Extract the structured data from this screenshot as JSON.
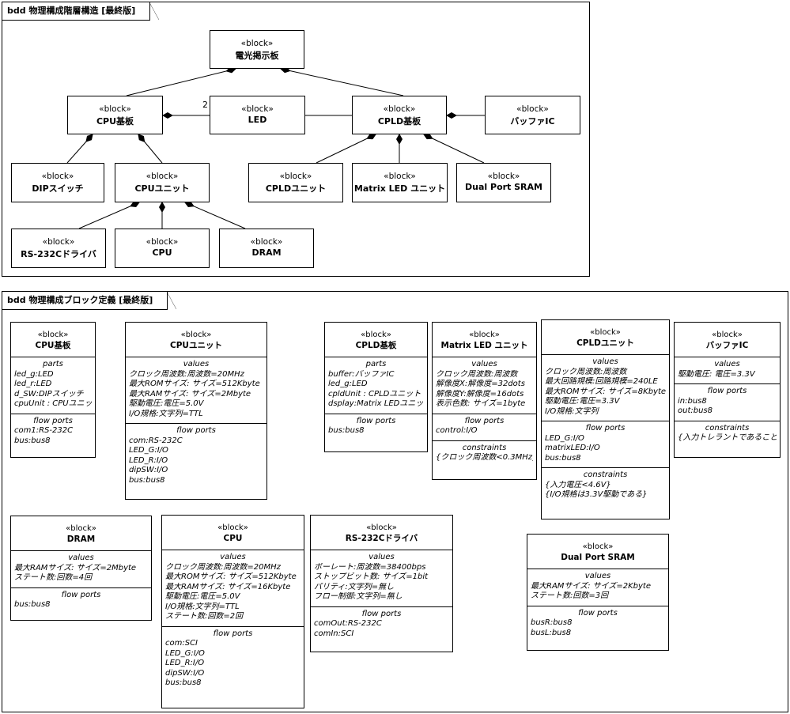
{
  "frame1": {
    "title": "bdd 物理構成階層構造 [最終版]"
  },
  "frame2": {
    "title": "bdd 物理構成ブロック定義 [最終版]"
  },
  "stereotype": "«block»",
  "hierarchy": {
    "root": "電光掲示板",
    "cpu_board": "CPU基板",
    "led": "LED",
    "cpld_board": "CPLD基板",
    "buffer_ic": "バッファIC",
    "dip_switch": "DIPスイッチ",
    "cpu_unit": "CPUユニット",
    "cpld_unit": "CPLDユニット",
    "matrix_led_unit": "Matrix LED ユニット",
    "dual_port_sram": "Dual Port SRAM",
    "rs232c_driver": "RS-232Cドライバ",
    "cpu": "CPU",
    "dram": "DRAM",
    "multiplicity": "2"
  },
  "blocks": {
    "cpu_board": {
      "name": "CPU基板",
      "sections": [
        {
          "title": "parts",
          "lines": [
            "led_g:LED",
            "led_r:LED",
            "d_SW:DIPスイッチ",
            "cpuUnit : CPUユニット"
          ]
        },
        {
          "title": "flow ports",
          "lines": [
            "com1:RS-232C",
            "bus:bus8"
          ]
        }
      ]
    },
    "cpu_unit": {
      "name": "CPUユニット",
      "sections": [
        {
          "title": "values",
          "lines": [
            "クロック周波数:周波数=20MHz",
            "最大ROMサイズ: サイズ=512Kbyte",
            "最大RAMサイズ: サイズ=2Mbyte",
            "駆動電圧:電圧=5.0V",
            "I/O規格:文字列=TTL"
          ]
        },
        {
          "title": "flow ports",
          "lines": [
            "com:RS-232C",
            "LED_G:I/O",
            "LED_R:I/O",
            "dipSW:I/O",
            "bus:bus8"
          ]
        }
      ]
    },
    "cpld_board": {
      "name": "CPLD基板",
      "sections": [
        {
          "title": "parts",
          "lines": [
            "buffer:バッファIC",
            "led_g:LED",
            "cpldUnit : CPLDユニット",
            "dsplay:Matrix LEDユニット"
          ]
        },
        {
          "title": "flow ports",
          "lines": [
            "bus:bus8"
          ]
        }
      ]
    },
    "matrix_led_unit": {
      "name": "Matrix LED ユニット",
      "sections": [
        {
          "title": "values",
          "lines": [
            "クロック周波数:周波数",
            "解像度X:解像度=32dots",
            "解像度Y:解像度=16dots",
            "表示色数: サイズ=1byte"
          ]
        },
        {
          "title": "flow ports",
          "lines": [
            "control:I/O"
          ]
        },
        {
          "title": "constraints",
          "lines": [
            "{クロック周波数<0.3MHz}"
          ]
        }
      ]
    },
    "cpld_unit": {
      "name": "CPLDユニット",
      "sections": [
        {
          "title": "values",
          "lines": [
            "クロック周波数:周波数",
            "最大回路規模:回路規模=240LE",
            "最大ROMサイズ: サイズ=8Kbyte",
            "駆動電圧:電圧=3.3V",
            "I/O規格:文字列"
          ]
        },
        {
          "title": "flow ports",
          "lines": [
            "LED_G:I/O",
            "matrixLED:I/O",
            "bus:bus8"
          ]
        },
        {
          "title": "constraints",
          "lines": [
            "{入力電圧<4.6V}",
            "{I/O規格は3.3V駆動である}"
          ]
        }
      ]
    },
    "buffer_ic": {
      "name": "バッファIC",
      "sections": [
        {
          "title": "values",
          "lines": [
            "駆動電圧: 電圧=3.3V"
          ]
        },
        {
          "title": "flow ports",
          "lines": [
            "in:bus8",
            "out:bus8"
          ]
        },
        {
          "title": "constraints",
          "lines": [
            "{入力トレラントであること}"
          ]
        }
      ]
    },
    "dram": {
      "name": "DRAM",
      "sections": [
        {
          "title": "values",
          "lines": [
            "最大RAMサイズ: サイズ=2Mbyte",
            "ステート数:回数=4回"
          ]
        },
        {
          "title": "flow ports",
          "lines": [
            "bus:bus8"
          ]
        }
      ]
    },
    "cpu": {
      "name": "CPU",
      "sections": [
        {
          "title": "values",
          "lines": [
            "クロック周波数:周波数=20MHz",
            "最大ROMサイズ: サイズ=512Kbyte",
            "最大RAMサイズ: サイズ=16Kbyte",
            "駆動電圧:電圧=5.0V",
            "I/O規格:文字列=TTL",
            "ステート数:回数=2回"
          ]
        },
        {
          "title": "flow ports",
          "lines": [
            "com:SCI",
            "LED_G:I/O",
            "LED_R:I/O",
            "dipSW:I/O",
            "bus:bus8"
          ]
        }
      ]
    },
    "rs232c_driver": {
      "name": "RS-232Cドライバ",
      "sections": [
        {
          "title": "values",
          "lines": [
            "ボーレート:周波数=38400bps",
            "ストップビット数: サイズ=1bit",
            "パリティ:文字列=無し",
            "フロー制御:文字列=無し"
          ]
        },
        {
          "title": "flow ports",
          "lines": [
            "comOut:RS-232C",
            "comIn:SCI"
          ]
        }
      ]
    },
    "dual_port_sram": {
      "name": "Dual Port SRAM",
      "sections": [
        {
          "title": "values",
          "lines": [
            "最大RAMサイズ: サイズ=2Kbyte",
            "ステート数:回数=3回"
          ]
        },
        {
          "title": "flow ports",
          "lines": [
            "busR:bus8",
            "busL:bus8"
          ]
        }
      ]
    }
  }
}
